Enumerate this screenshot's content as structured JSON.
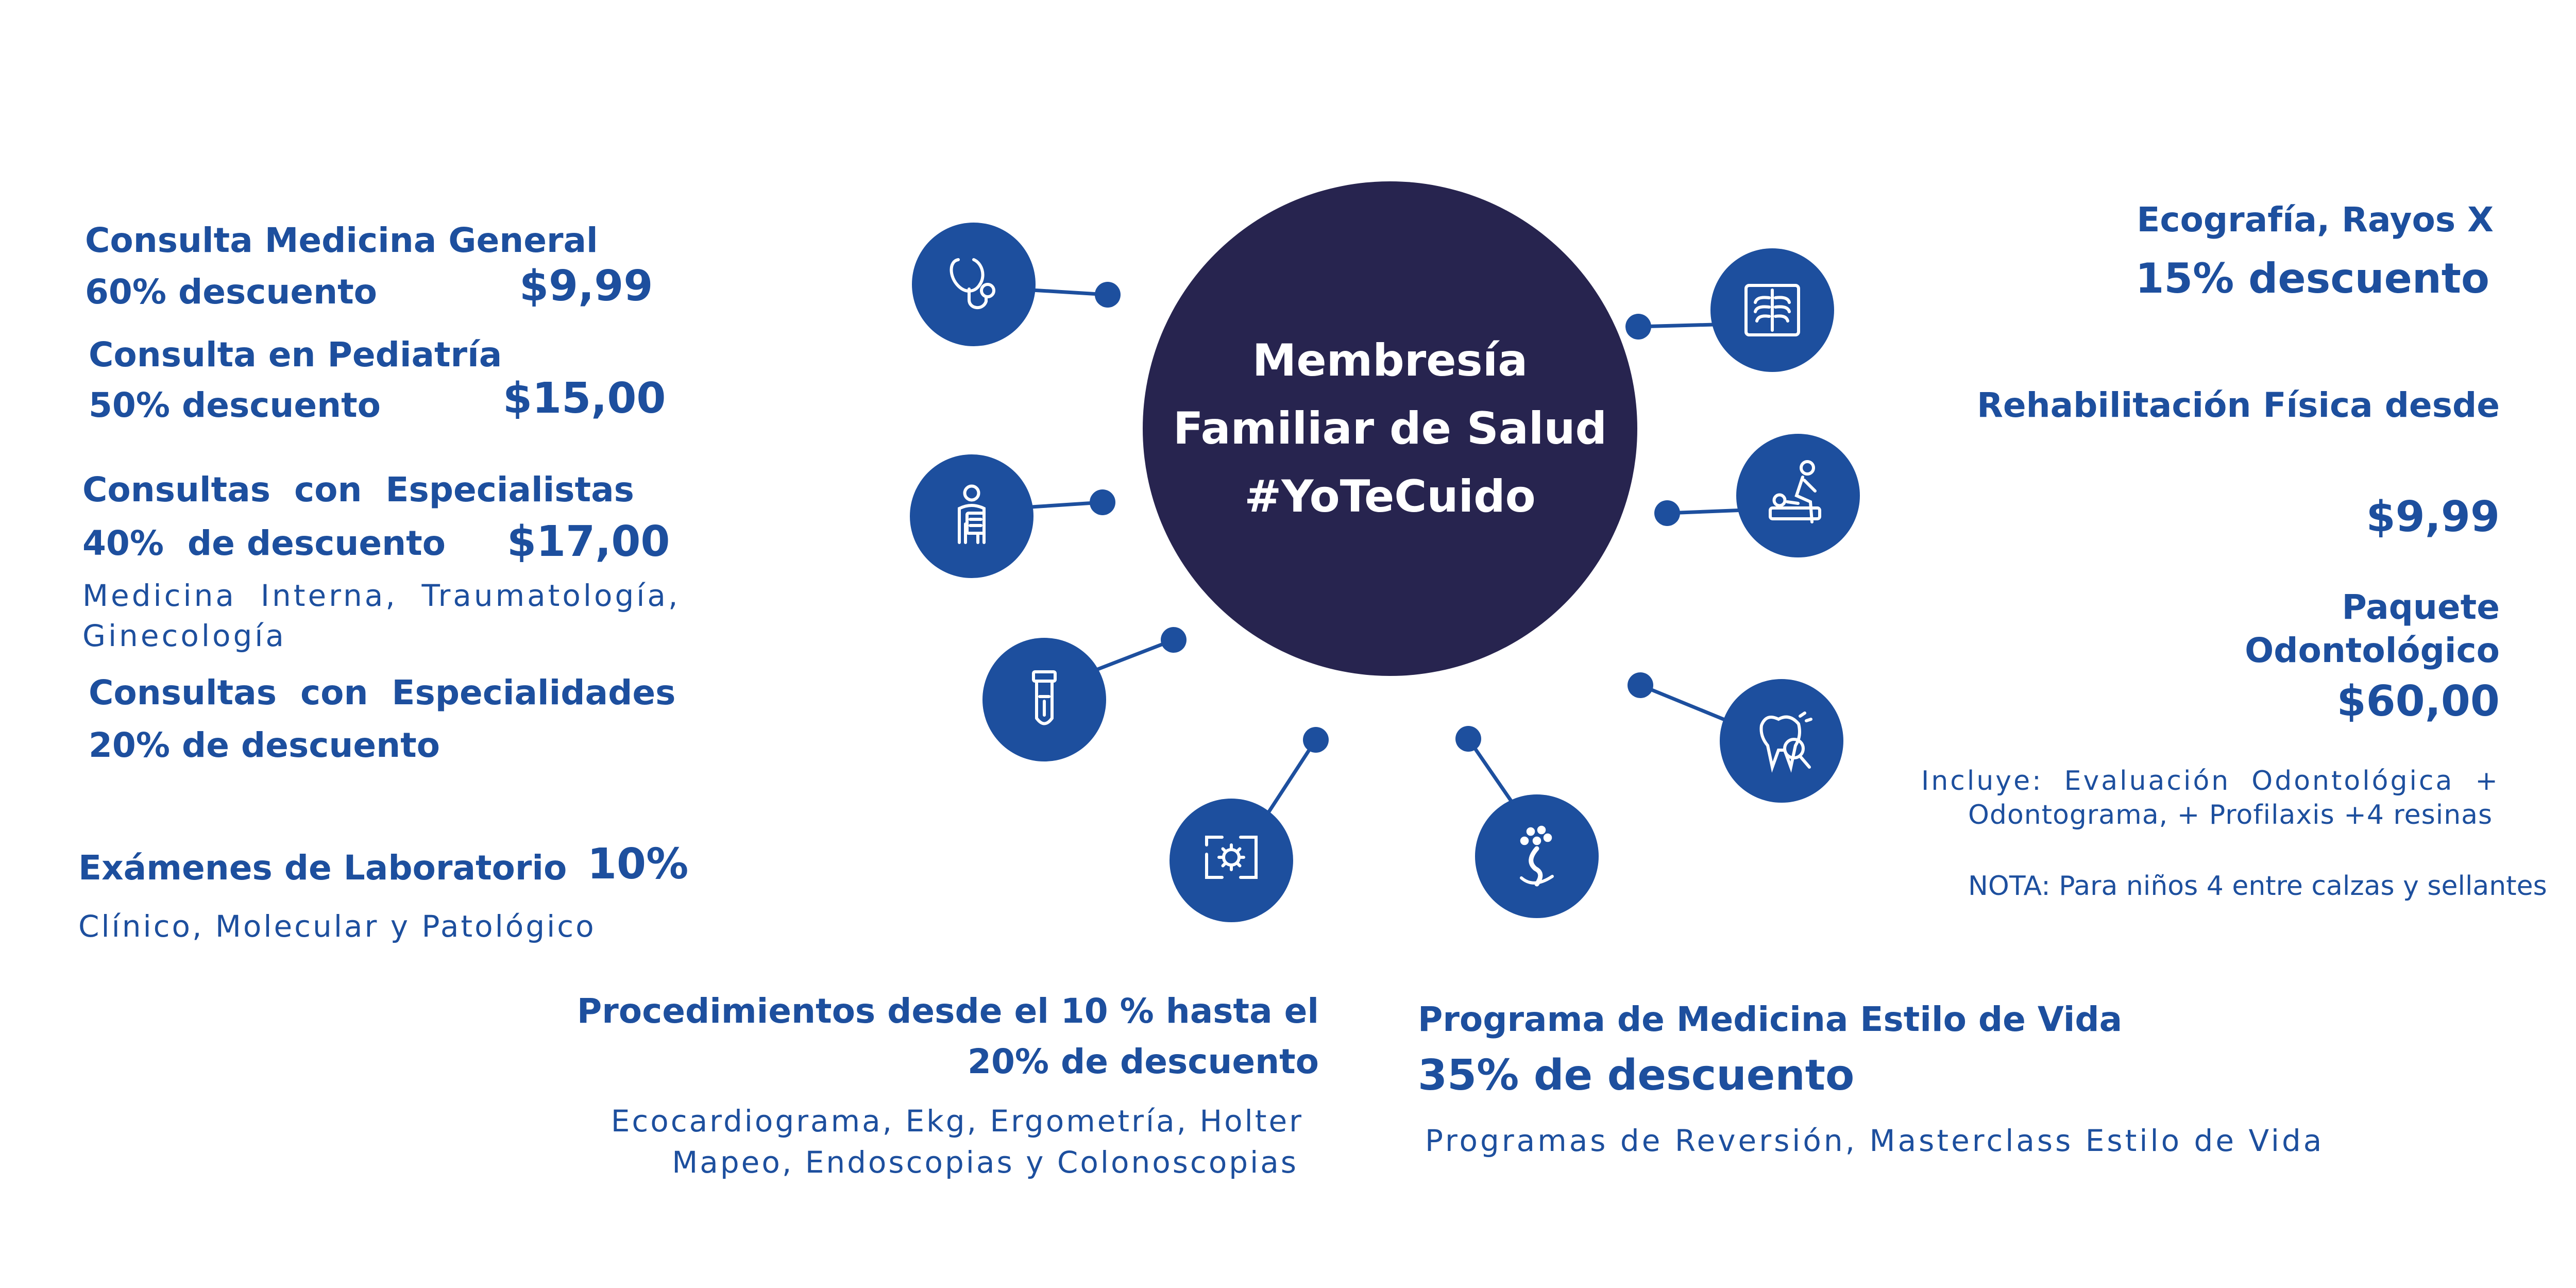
{
  "center": {
    "line1": "Membresía",
    "line2": "Familiar de Salud",
    "line3": "#YoTeCuido"
  },
  "left": {
    "general": {
      "title": "Consulta Medicina General",
      "discount": "60% descuento",
      "price": "$9,99"
    },
    "pediatria": {
      "title": "Consulta en Pediatría",
      "discount": "50% descuento",
      "price": "$15,00"
    },
    "especialistas": {
      "title": "Consultas  con  Especialistas",
      "discount": "40%  de descuento",
      "price": "$17,00",
      "detail1": "Medicina  Interna,  Traumatología,",
      "detail2": "Ginecología"
    },
    "especialidades": {
      "title": "Consultas  con  Especialidades",
      "discount": "20% de descuento"
    },
    "laboratorio": {
      "title": "Exámenes de Laboratorio",
      "percent": "10%",
      "detail": "Clínico, Molecular y Patológico"
    }
  },
  "bottom": {
    "procedimientos": {
      "title1": "Procedimientos desde el 10 % hasta el",
      "title2": "20% de descuento",
      "detail1": "Ecocardiograma, Ekg, Ergometría, Holter",
      "detail2": "Mapeo, Endoscopias y Colonoscopias"
    },
    "estilo": {
      "title": "Programa de Medicina Estilo de Vida",
      "discount": "35% de descuento",
      "detail": "Programas de Reversión, Masterclass Estilo de Vida"
    }
  },
  "right": {
    "eco": {
      "title": "Ecografía, Rayos X",
      "discount": "15% descuento"
    },
    "rehab": {
      "title": "Rehabilitación Física desde",
      "price": "$9,99"
    },
    "odonto": {
      "title1": "Paquete",
      "title2": "Odontológico",
      "price": "$60,00",
      "detail1": "Incluye:  Evaluación  Odontológica  +",
      "detail2": "Odontograma, + Profilaxis +4 resinas",
      "note": "NOTA: Para niños 4 entre calzas y sellantes"
    }
  },
  "icons": [
    "stethoscope-icon",
    "doctor-clipboard-icon",
    "test-tube-icon",
    "gear-monitor-icon",
    "wellness-tree-icon",
    "tooth-search-icon",
    "physiotherapy-icon",
    "xray-chest-icon"
  ],
  "colors": {
    "primary": "#1d4f9e",
    "center": "#27244f",
    "text_on_center": "#ffffff"
  }
}
